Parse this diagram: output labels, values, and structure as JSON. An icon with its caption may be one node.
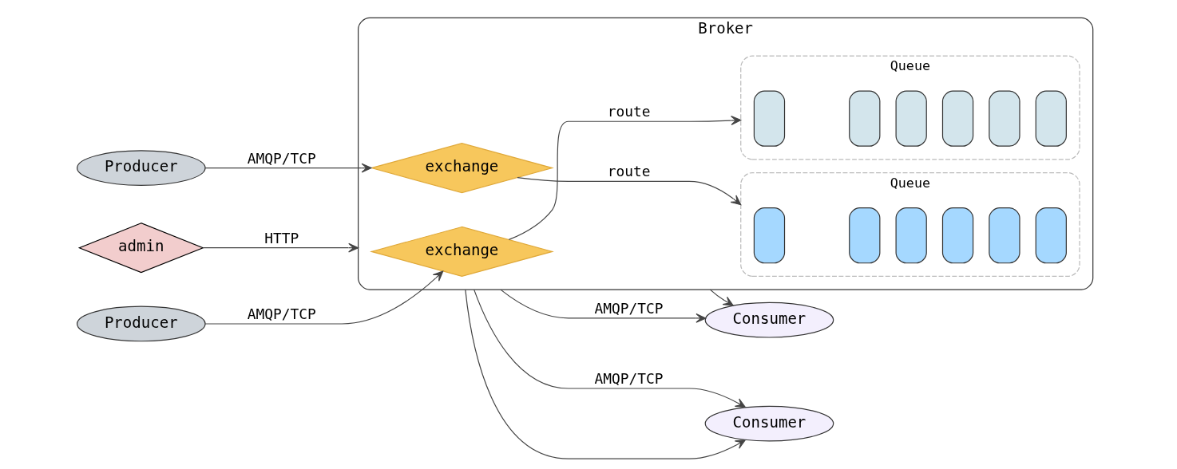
{
  "diagram": {
    "nodes": [
      {
        "text": [
          "admin"
        ]
      },
      {
        "text": [
          "Broker"
        ]
      },
      {
        "text": [
          "Producer"
        ]
      },
      {
        "text": [
          "Producer"
        ]
      },
      {
        "text": [
          "exchange"
        ],
        "in": 1
      },
      {
        "text": [
          "Queue"
        ],
        "in": 1
      },
      {
        "text": [],
        "shape": "box",
        "in": 5
      },
      {
        "text": [],
        "shape": "box",
        "in": 5
      },
      {
        "text": [],
        "shape": "box",
        "in": 5
      },
      {
        "text": [],
        "shape": "box",
        "in": 5
      },
      {
        "text": [],
        "shape": "box",
        "in": 5
      },
      {
        "text": [],
        "shape": "box",
        "in": 5
      },
      {
        "text": [
          "exchange"
        ],
        "in": 1
      },
      {
        "text": [
          "Queue"
        ],
        "in": 1
      },
      {
        "text": [],
        "shape": "box",
        "in": 13
      },
      {
        "text": [],
        "shape": "box",
        "in": 13
      },
      {
        "text": [],
        "shape": "box",
        "in": 13
      },
      {
        "text": [],
        "shape": "box",
        "in": 13
      },
      {
        "text": [],
        "shape": "box",
        "in": 13
      },
      {
        "text": [],
        "shape": "box",
        "in": 13
      },
      {
        "text": [
          "Consumer"
        ]
      },
      {
        "text": [
          "Consumer"
        ]
      }
    ],
    "edges": [
      {
        "from": 0,
        "to": 1,
        "arrow": "to",
        "label": "HTTP"
      },
      {
        "from": 2,
        "to": 4,
        "arrow": "to",
        "label": "AMQP/TCP"
      },
      {
        "from": 4,
        "to": 5,
        "arrow": "to",
        "label": "route"
      },
      {
        "from": 3,
        "to": 12,
        "arrow": "to",
        "label": "AMQP/TCP"
      },
      {
        "from": 12,
        "to": 13,
        "arrow": "to",
        "label": "route"
      },
      {
        "from": 1,
        "to": 20,
        "arrow": "to",
        "label": "AMQP/TCP"
      },
      {
        "from": 1,
        "to": 21,
        "arrow": "to"
      },
      {
        "from": 1,
        "to": 20,
        "arrow": "to"
      },
      {
        "from": 1,
        "to": 21,
        "arrow": "to",
        "label": "AMQP/TCP"
      }
    ]
  }
}
